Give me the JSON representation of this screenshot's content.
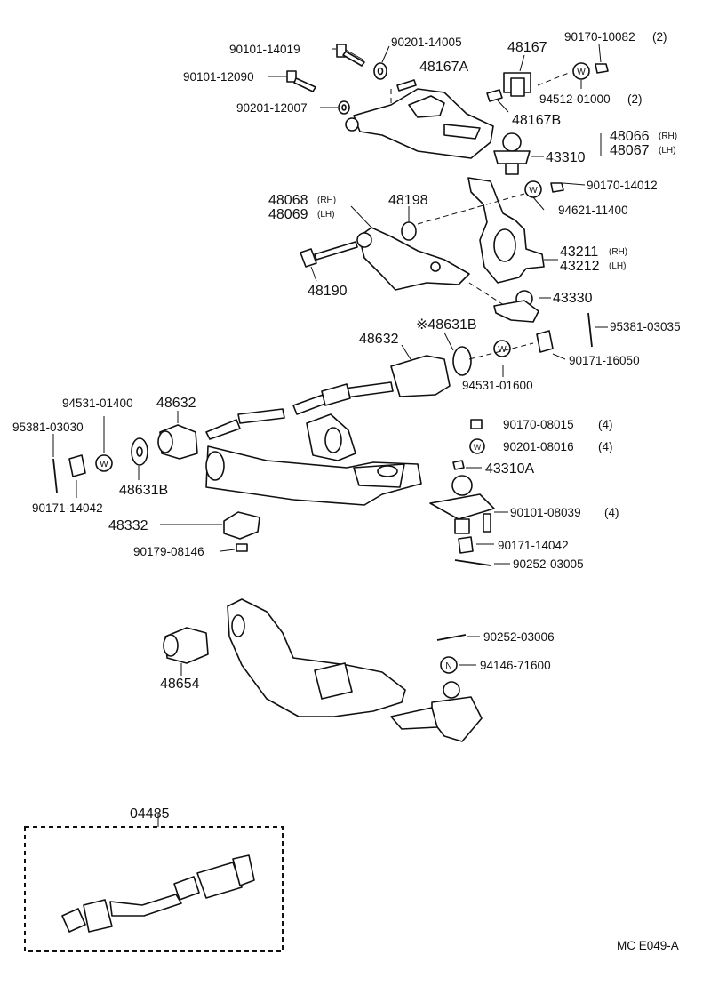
{
  "diagram": {
    "labels": {
      "p90101_14019": "90101-14019",
      "p90201_14005": "90201-14005",
      "p48167": "48167",
      "p90170_10082": "90170-10082",
      "p90170_10082_qty": "(2)",
      "p48167A": "48167A",
      "p90101_12090": "90101-12090",
      "p94512_01000": "94512-01000",
      "p94512_01000_qty": "(2)",
      "p90201_12007": "90201-12007",
      "p48167B": "48167B",
      "p48066": "48066",
      "p48067": "48067",
      "rh1": "(RH)",
      "lh1": "(LH)",
      "p43310": "43310",
      "p90170_14012": "90170-14012",
      "p48068": "48068",
      "p48069": "48069",
      "rh2": "(RH)",
      "lh2": "(LH)",
      "p48198": "48198",
      "p94621_11400": "94621-11400",
      "p43211": "43211",
      "p43212": "43212",
      "rh3": "(RH)",
      "lh3": "(LH)",
      "p48190": "48190",
      "p43330": "43330",
      "p48631B_star": "※48631B",
      "p95381_03035": "95381-03035",
      "p48632_a": "48632",
      "p90171_16050": "90171-16050",
      "p94531_01600": "94531-01600",
      "p94531_01400": "94531-01400",
      "p48632_b": "48632",
      "p95381_03030": "95381-03030",
      "p90170_08015": "90170-08015",
      "p90170_08015_qty": "(4)",
      "p90201_08016": "90201-08016",
      "p90201_08016_qty": "(4)",
      "p43310A": "43310A",
      "p48631B": "48631B",
      "p90171_14042_a": "90171-14042",
      "p90101_08039": "90101-08039",
      "p90101_08039_qty": "(4)",
      "p48332": "48332",
      "p90171_14042_b": "90171-14042",
      "p90179_08146": "90179-08146",
      "p90252_03005": "90252-03005",
      "p90252_03006": "90252-03006",
      "p48654": "48654",
      "p94146_71600": "94146-71600",
      "p04485": "04485",
      "ref_code": "MC E049-A"
    },
    "symbols": {
      "washer": "W",
      "nut": "N"
    }
  }
}
